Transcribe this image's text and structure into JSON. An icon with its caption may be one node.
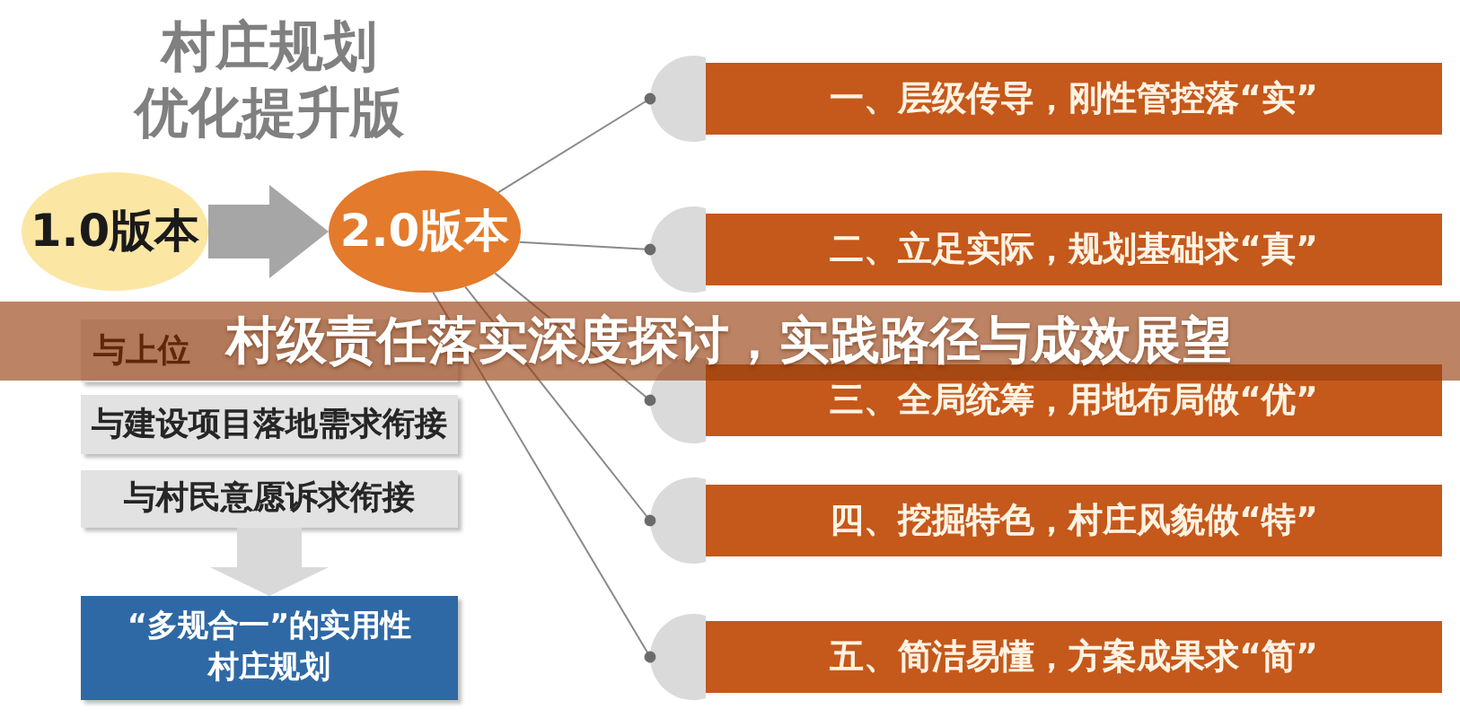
{
  "diagram": {
    "title": "村庄规划优化提升版",
    "nodes": [
      {
        "text": [
          "1.0版本"
        ]
      },
      {
        "text": [
          "2.0版本"
        ]
      },
      {
        "text": [
          "与上位"
        ]
      },
      {
        "text": [
          "与建设项目落地需求衔接"
        ]
      },
      {
        "text": [
          "与村民意愿诉求衔接"
        ]
      },
      {
        "text": [
          "“多规合一”的实用性村庄规划"
        ]
      },
      {
        "text": [
          "一、层级传导，刚性管控落“实”"
        ]
      },
      {
        "text": [
          "二、立足实际，规划基础求“真”"
        ]
      },
      {
        "text": [
          "三、全局统筹，用地布局做“优”"
        ]
      },
      {
        "text": [
          "四、挖掘特色，村庄风貌做“特”"
        ]
      },
      {
        "text": [
          "五、简洁易懂，方案成果求“简”"
        ]
      }
    ],
    "edges": [
      {
        "from": 0,
        "to": 1,
        "arrow": "to",
        "style": "thick",
        "color": "#a6a6a6"
      },
      {
        "from": 4,
        "to": 5,
        "arrow": "to",
        "style": "thick",
        "color": "#d9d9d9"
      },
      {
        "from": 1,
        "to": 6,
        "arrow": "other"
      },
      {
        "from": 1,
        "to": 7,
        "arrow": "other"
      },
      {
        "from": 1,
        "to": 8,
        "arrow": "other"
      },
      {
        "from": 1,
        "to": 9,
        "arrow": "other"
      },
      {
        "from": 1,
        "to": 10,
        "arrow": "other"
      }
    ],
    "labels": [
      "村级责任落实深度探讨，实践路径与成效展望"
    ]
  }
}
